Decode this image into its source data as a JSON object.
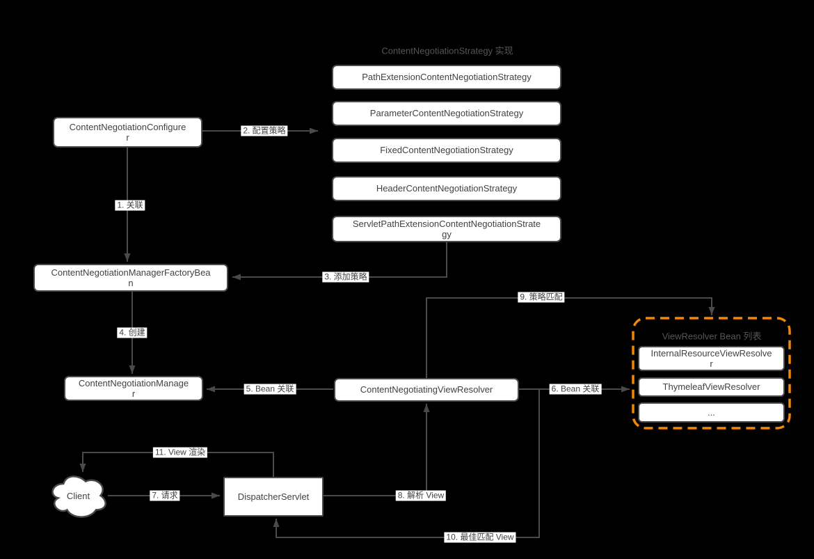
{
  "colors": {
    "background": "#000000",
    "node_fill": "#ffffff",
    "node_border": "#4a4a4a",
    "node_text": "#424242",
    "edge": "#4a4a4a",
    "muted_title": "#565656",
    "accent_orange": "#f08705",
    "label_bg": "#ffffff"
  },
  "strategy_group": {
    "title": "ContentNegotiationStrategy 实现",
    "items": [
      "PathExtensionContentNegotiationStrategy",
      "ParameterContentNegotiationStrategy",
      "FixedContentNegotiationStrategy",
      "HeaderContentNegotiationStrategy",
      "ServletPathExtensionContentNegotiationStrate\ngy"
    ]
  },
  "nodes": {
    "configurer": "ContentNegotiationConfigure\nr",
    "factory_bean": "ContentNegotiationManagerFactoryBea\nn",
    "manager": "ContentNegotiationManage\nr",
    "negotiating_view_resolver": "ContentNegotiatingViewResolver",
    "dispatcher_servlet": "DispatcherServlet",
    "client": "Client"
  },
  "viewresolver_group": {
    "title": "ViewResolver Bean 列表",
    "items": [
      "InternalResourceViewResolve\nr",
      "ThymeleafViewResolver",
      "..."
    ]
  },
  "edge_labels": {
    "e1": "1. 关联",
    "e2": "2. 配置策略",
    "e3": "3. 添加策略",
    "e4": "4. 创建",
    "e5": "5. Bean 关联",
    "e6": "6. Bean 关联",
    "e7": "7. 请求",
    "e8": "8. 解析 View",
    "e9": "9. 策略匹配",
    "e10": "10. 最佳匹配 View",
    "e11": "11. View 渲染"
  }
}
